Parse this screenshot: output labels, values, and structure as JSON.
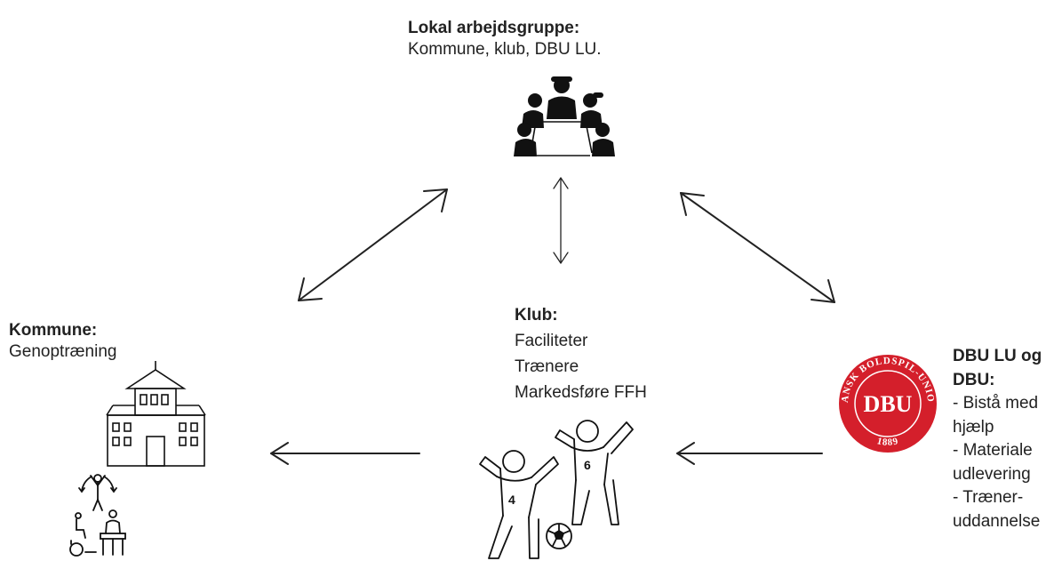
{
  "top": {
    "title": "Lokal arbejdsgruppe:",
    "lines": [
      "Kommune, klub, DBU LU."
    ]
  },
  "left": {
    "title": "Kommune:",
    "lines": [
      "Genoptræning"
    ]
  },
  "center": {
    "title": "Klub:",
    "lines": [
      "Faciliteter",
      "Trænere",
      "Markedsføre FFH"
    ]
  },
  "right": {
    "title_lines": [
      "DBU LU og",
      "DBU:"
    ],
    "lines": [
      "- Bistå med",
      "hjælp",
      "- Materiale",
      "udlevering",
      "- Træner-",
      "uddannelse"
    ]
  },
  "logo": {
    "ring_text": "DANSK BOLDSPIL-UNION",
    "letters": "DBU",
    "year": "1889",
    "color": "#d41f2b"
  },
  "players": {
    "left_number": "4",
    "right_number": "6"
  },
  "icons": [
    "meeting-group-icon",
    "town-hall-icon",
    "rehabilitation-icon",
    "soccer-players-icon",
    "dbu-logo"
  ]
}
